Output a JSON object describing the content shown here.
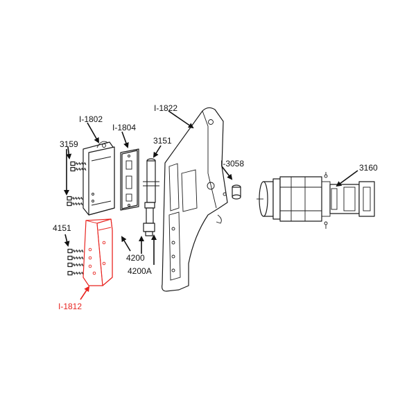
{
  "colors": {
    "highlight": "#e8231f",
    "line": "#1a1a1a",
    "background": "#ffffff"
  },
  "labels": {
    "i1802": "I-1802",
    "i1804": "I-1804",
    "i1822": "I-1822",
    "p3159": "3159",
    "p3151": "3151",
    "i3058": "I-3058",
    "p3160": "3160",
    "p4151": "4151",
    "p4200": "4200",
    "p4200a": "4200A",
    "i1812": "I-1812"
  }
}
